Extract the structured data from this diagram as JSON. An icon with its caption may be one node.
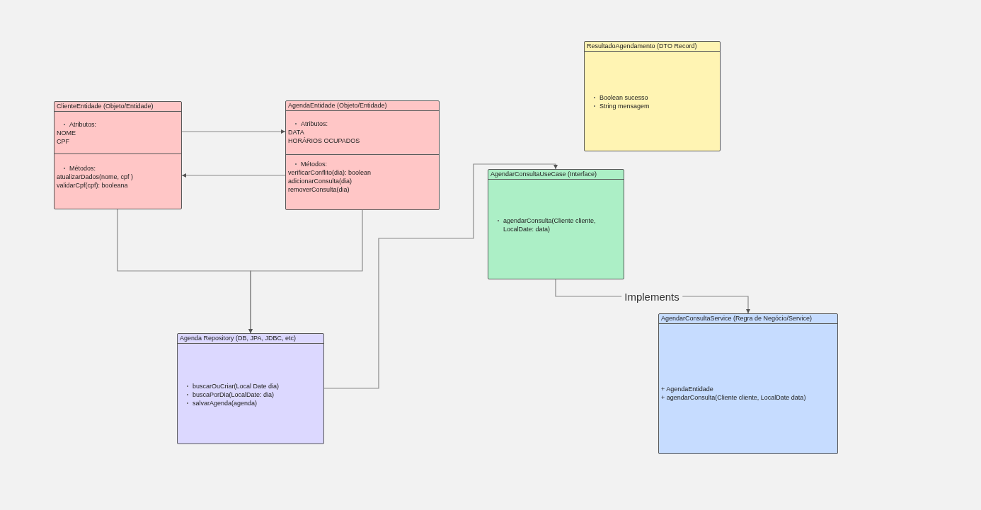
{
  "diagram": {
    "nodes": [
      {
        "text": [
          "ClienteEntidade (Objeto/Entidade)"
        ]
      },
      {
        "text": [
          "Atributos:",
          "NOME",
          "CPF"
        ],
        "in": 0
      },
      {
        "text": [
          "Métodos:",
          "atualizarDados(nome, cpf )",
          "validarCpf(cpf): booleana"
        ],
        "in": 0
      },
      {
        "text": [
          "AgendaEntidade (Objeto/Entidade)"
        ]
      },
      {
        "text": [
          "Atributos:",
          "DATA",
          "HORÁRIOS OCUPADOS"
        ],
        "in": 3
      },
      {
        "text": [
          "Métodos:",
          "verificarConflito(dia): boolean",
          "adicionarConsulta(dia)",
          "removerConsulta(dia)"
        ],
        "in": 3
      },
      {
        "text": [
          "ResultadoAgendamento (DTO Record)"
        ]
      },
      {
        "text": [
          "Boolean sucesso",
          "String mensagem"
        ],
        "in": 6
      },
      {
        "text": [
          "AgendarConsultaUseCase (Interface)"
        ]
      },
      {
        "text": [
          "agendarConsulta(Cliente cliente, LocalDate: data)"
        ],
        "in": 8
      },
      {
        "text": [
          "Agenda Repository (DB, JPA, JDBC, etc)"
        ]
      },
      {
        "text": [
          "buscarOuCriar(Local Date dia)",
          "buscaPorDia(LocalDate: dia)",
          "salvarAgenda(agenda)"
        ],
        "in": 10
      },
      {
        "text": [
          "AgendarConsultaService (Regra de Negócio/Service)"
        ]
      },
      {
        "text": [
          "+ AgendaEntidade",
          "+ agendarConsulta(Cliente cliente, LocalDate data)"
        ],
        "in": 12
      }
    ],
    "edges": [
      {
        "from": 0,
        "to": 3,
        "arrow": "to"
      },
      {
        "from": 3,
        "to": 0,
        "arrow": "to"
      },
      {
        "from": 0,
        "to": 10,
        "arrow": "to"
      },
      {
        "from": 3,
        "to": 10,
        "arrow": "to"
      },
      {
        "from": 10,
        "to": 8,
        "arrow": "to"
      },
      {
        "from": 8,
        "to": 12,
        "arrow": "to",
        "label": "Implements"
      }
    ]
  }
}
